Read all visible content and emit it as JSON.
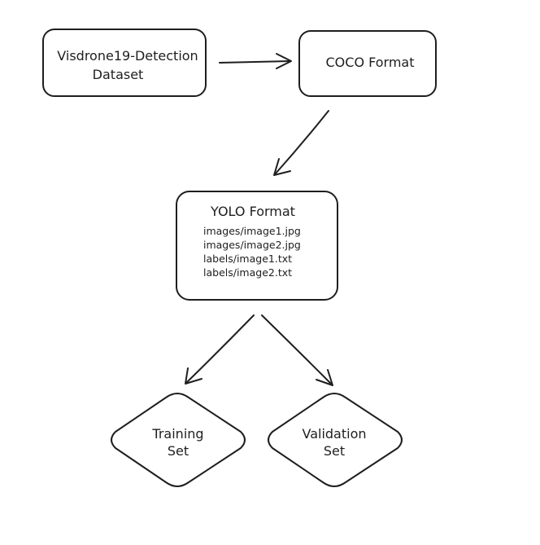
{
  "nodes": {
    "visdrone": {
      "line1": "Visdrone19-Detection",
      "line2": "Dataset"
    },
    "coco": {
      "label": "COCO Format"
    },
    "yolo": {
      "title": "YOLO Format",
      "files": [
        "images/image1.jpg",
        "images/image2.jpg",
        "labels/image1.txt",
        "labels/image2.txt"
      ]
    },
    "training": {
      "line1": "Training",
      "line2": "Set"
    },
    "validation": {
      "line1": "Validation",
      "line2": "Set"
    }
  },
  "edges": [
    {
      "from": "visdrone",
      "to": "coco"
    },
    {
      "from": "coco",
      "to": "yolo"
    },
    {
      "from": "yolo",
      "to": "training"
    },
    {
      "from": "yolo",
      "to": "validation"
    }
  ]
}
